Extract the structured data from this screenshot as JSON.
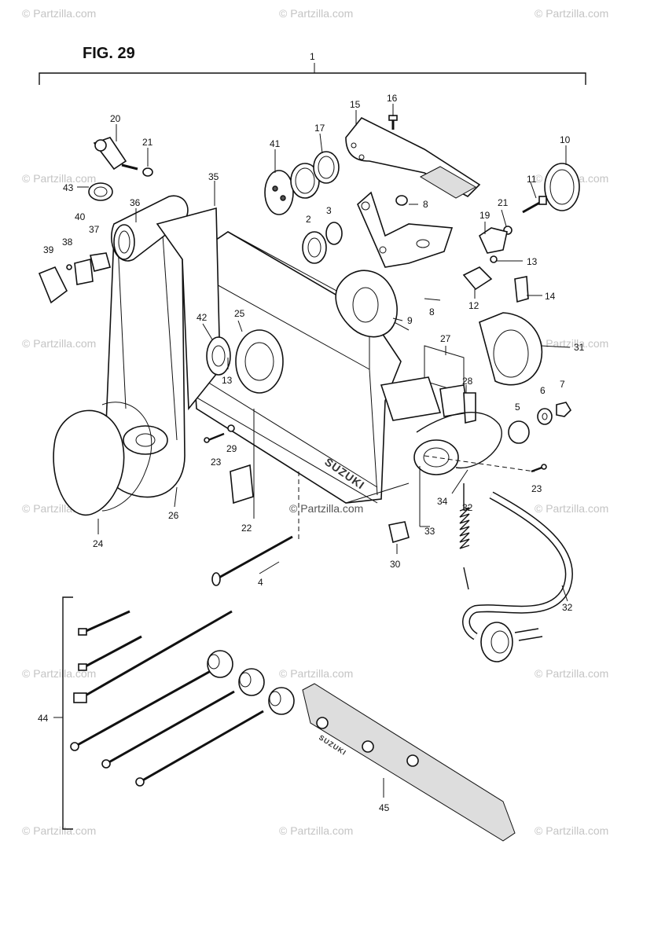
{
  "figure": {
    "title": "FIG. 29"
  },
  "watermark": {
    "text": "© Partzilla.com"
  },
  "brand_marks": {
    "body_label": "SUZUKI",
    "pad_label": "SUZUKI"
  },
  "callouts": [
    {
      "id": "c1",
      "label": "1"
    },
    {
      "id": "c2",
      "label": "2"
    },
    {
      "id": "c3",
      "label": "3"
    },
    {
      "id": "c4",
      "label": "4"
    },
    {
      "id": "c5",
      "label": "5"
    },
    {
      "id": "c6",
      "label": "6"
    },
    {
      "id": "c7",
      "label": "7"
    },
    {
      "id": "c8a",
      "label": "8"
    },
    {
      "id": "c8b",
      "label": "8"
    },
    {
      "id": "c9",
      "label": "9"
    },
    {
      "id": "c10",
      "label": "10"
    },
    {
      "id": "c11",
      "label": "11"
    },
    {
      "id": "c12",
      "label": "12"
    },
    {
      "id": "c13a",
      "label": "13"
    },
    {
      "id": "c13b",
      "label": "13"
    },
    {
      "id": "c14",
      "label": "14"
    },
    {
      "id": "c15",
      "label": "15"
    },
    {
      "id": "c16",
      "label": "16"
    },
    {
      "id": "c17",
      "label": "17"
    },
    {
      "id": "c19",
      "label": "19"
    },
    {
      "id": "c20",
      "label": "20"
    },
    {
      "id": "c21a",
      "label": "21"
    },
    {
      "id": "c21b",
      "label": "21"
    },
    {
      "id": "c22",
      "label": "22"
    },
    {
      "id": "c23a",
      "label": "23"
    },
    {
      "id": "c23b",
      "label": "23"
    },
    {
      "id": "c24",
      "label": "24"
    },
    {
      "id": "c25",
      "label": "25"
    },
    {
      "id": "c26",
      "label": "26"
    },
    {
      "id": "c27",
      "label": "27"
    },
    {
      "id": "c28",
      "label": "28"
    },
    {
      "id": "c29",
      "label": "29"
    },
    {
      "id": "c30",
      "label": "30"
    },
    {
      "id": "c31",
      "label": "31"
    },
    {
      "id": "c32a",
      "label": "32"
    },
    {
      "id": "c32b",
      "label": "32"
    },
    {
      "id": "c33",
      "label": "33"
    },
    {
      "id": "c34",
      "label": "34"
    },
    {
      "id": "c35",
      "label": "35"
    },
    {
      "id": "c36",
      "label": "36"
    },
    {
      "id": "c37",
      "label": "37"
    },
    {
      "id": "c38",
      "label": "38"
    },
    {
      "id": "c39",
      "label": "39"
    },
    {
      "id": "c40",
      "label": "40"
    },
    {
      "id": "c41",
      "label": "41"
    },
    {
      "id": "c42",
      "label": "42"
    },
    {
      "id": "c43",
      "label": "43"
    },
    {
      "id": "c44",
      "label": "44"
    },
    {
      "id": "c45",
      "label": "45"
    }
  ]
}
